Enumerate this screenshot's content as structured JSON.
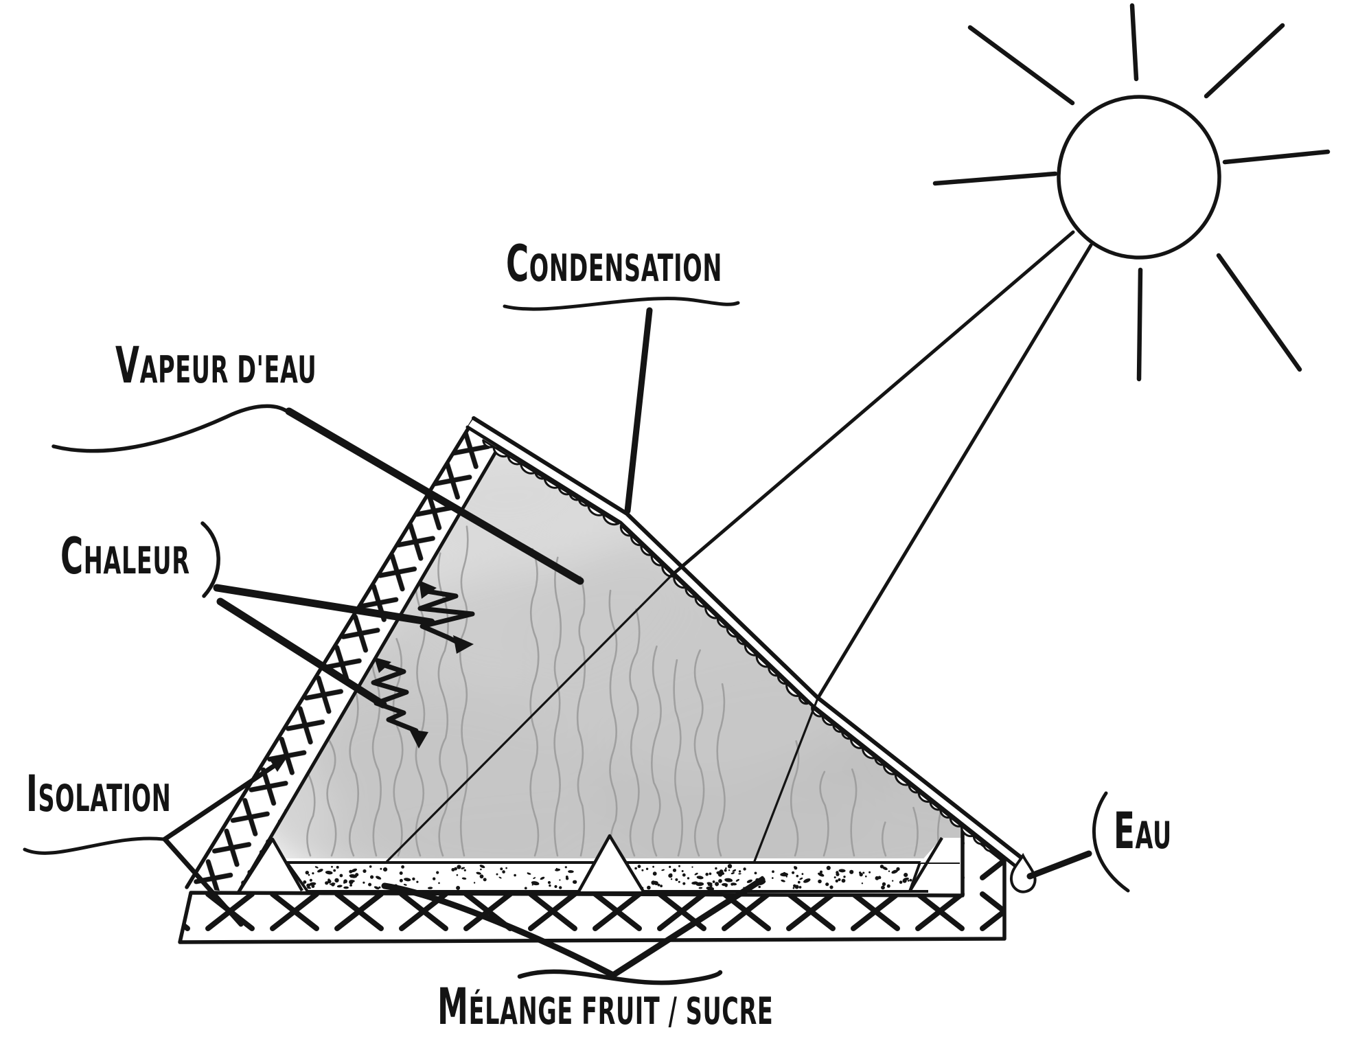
{
  "diagram": {
    "background": "#ffffff",
    "ink_color": "#141414",
    "fog_color": "#c4c4c4",
    "steam_color": "#9b9b9b",
    "labels": {
      "condensation": "CONDENSATION",
      "vapeur_deau": "VAPEUR D'EAU",
      "chaleur": "CHALEUR",
      "isolation": "ISOLATION",
      "eau": "EAU",
      "melange": "MÉLANGE FRUIT / SUCRE"
    },
    "icons": {
      "sun": "sun-icon"
    }
  }
}
